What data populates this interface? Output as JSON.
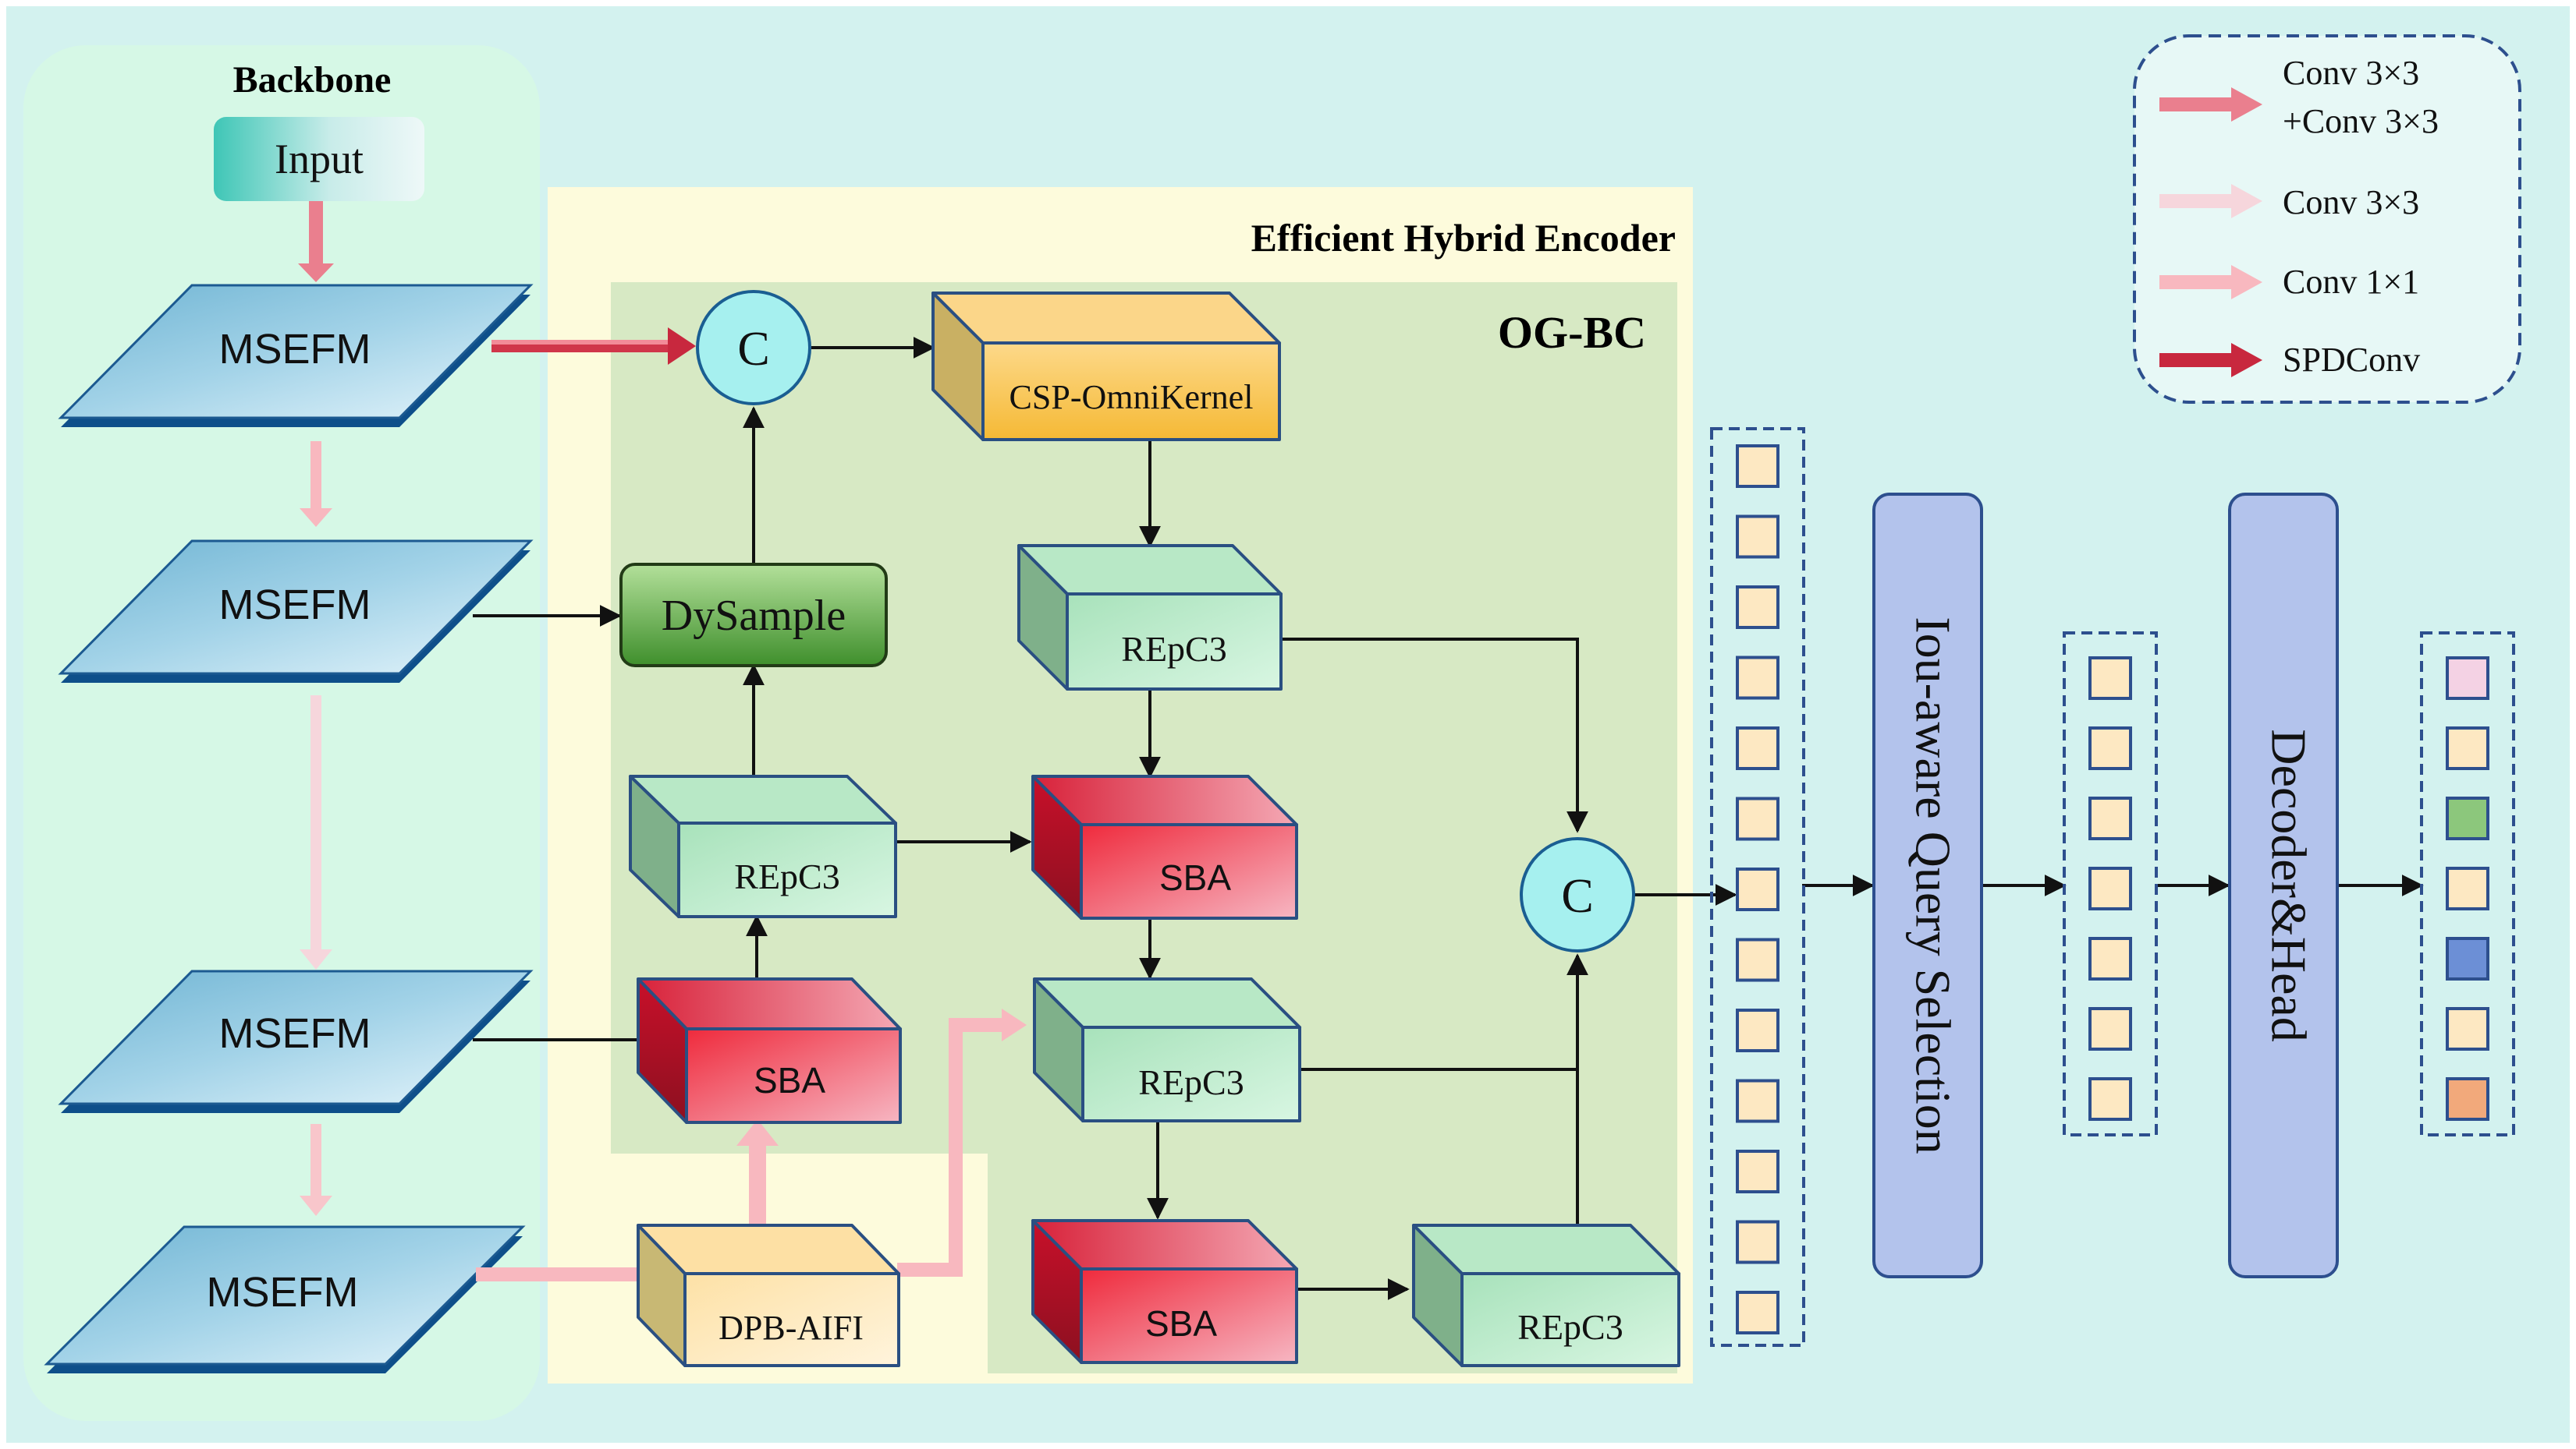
{
  "panels": {
    "backbone_title": "Backbone",
    "encoder_title": "Efficient Hybrid Encoder",
    "ogbc_title": "OG-BC"
  },
  "nodes": {
    "input": "Input",
    "msefm": "MSEFM",
    "concat": "C",
    "csp": "CSP-OmniKernel",
    "dysample": "DySample",
    "repc3": "REpC3",
    "sba": "SBA",
    "dpb": "DPB-AIFI",
    "query": "Iou-aware Query Selection",
    "decoder": "Decoder&Head"
  },
  "legend": {
    "items": [
      {
        "label_lines": [
          "Conv 3×3",
          "+Conv 3×3"
        ],
        "color": "#ea7f8e"
      },
      {
        "label_lines": [
          "Conv 3×3"
        ],
        "color": "#f6d6dc"
      },
      {
        "label_lines": [
          "Conv 1×1"
        ],
        "color": "#f8b8bf"
      },
      {
        "label_lines": [
          "SPDConv"
        ],
        "color": "#c8283e"
      }
    ]
  },
  "colors": {
    "background": "#d3f2ef",
    "backbone_panel": "#d6f8e6",
    "encoder_panel": "#fdfbdc",
    "ogbc_panel": "#d7e9c4",
    "msefm_fill": "#9bcde2",
    "repc3_fill": "#c3eccf",
    "sba_fill": "#f0414f",
    "csp_fill": "#fcd86a",
    "dysample_fill": "#62ad3f",
    "query_fill": "#b3c3ec",
    "token_fill": "#fde8c2",
    "token_pink": "#f4d2e4",
    "token_green": "#8cc77c",
    "token_blue": "#6c8fd6",
    "token_orange": "#f2a97b",
    "dashed_border": "#2d4f8e"
  }
}
